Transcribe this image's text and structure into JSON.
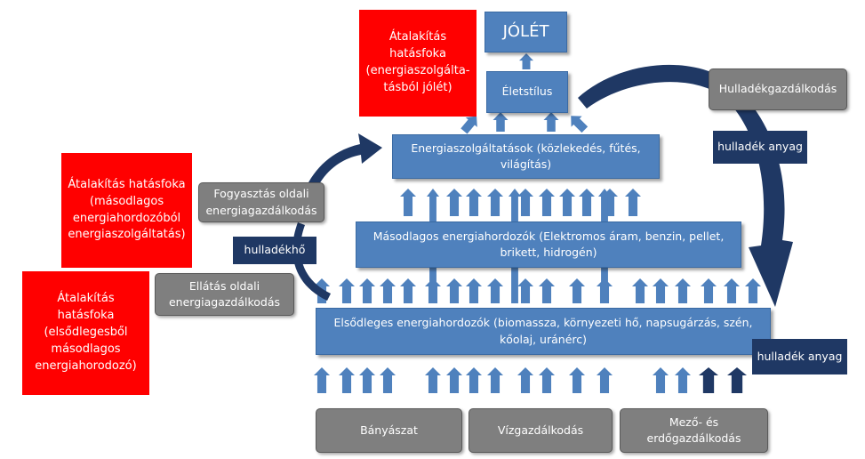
{
  "nodes": {
    "jolet": "JÓLÉT",
    "eletstilus": "Életstílus",
    "energiaszolgaltatasok": "Energiaszolgáltatások (közlekedés, fűtés, világítás)",
    "masodlagos": "Másodlagos energiahordozók (Elektromos áram, benzin, pellet, brikett, hidrogén)",
    "elsodleges": "Elsődleges energiahordozók (biomassza, környezeti hő, napsugárzás, szén, kőolaj, uránérc)"
  },
  "efficiency": {
    "top": "Átalakítás hatásfoka (energiaszolgálta-tásból jólét)",
    "middle": "Átalakítás hatásfoka (másodlagos energiahordozóból energiaszolgáltatás)",
    "bottom": "Átalakítás hatásfoka (elsődlegesből másodlagos energiahorodozó)"
  },
  "management": {
    "fogyasztas": "Fogyasztás oldali energiagazdálkodás",
    "ellatas": "Ellátás oldali energiagazdálkodás",
    "hulladekgazdalkodas": "Hulladékgazdálkodás"
  },
  "flows": {
    "hulladekho": "hulladékhő",
    "hulladek_anyag_top": "hulladék anyag",
    "hulladek_anyag_bottom": "hulladék anyag"
  },
  "sources": {
    "banyaszat": "Bányászat",
    "vizgazdalkodas": "Vízgazdálkodás",
    "mezo": "Mező- és erdőgazdálkodás"
  },
  "colors": {
    "blue": "#4f81bd",
    "red": "#ff0000",
    "gray": "#7f7f7f",
    "navy": "#1f3864"
  }
}
